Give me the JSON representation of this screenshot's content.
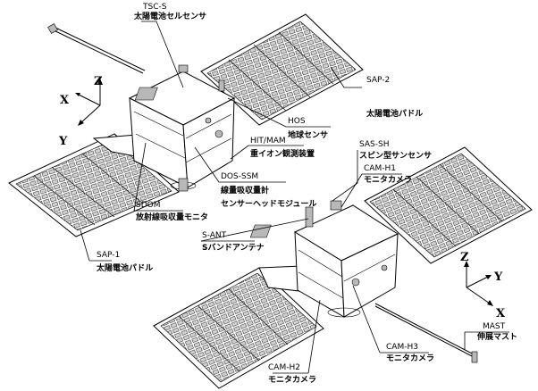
{
  "labels": {
    "tsc_s": "TSC-S",
    "tsc_s_jp": "太陽電池セルセンサ",
    "sap_2": "SAP-2",
    "sap_2_jp": "太陽電池パドル",
    "hos": "HOS",
    "hos_jp": "地球センサ",
    "hit_mam": "HIT/MAM",
    "hit_mam_jp": "重イオン観測装置",
    "sas_sh": "SAS-SH",
    "sas_sh_jp": "スピン型サンセンサ",
    "cam_h1": "CAM-H1",
    "cam_h1_jp": "モニタカメラ",
    "dos_ssm": "DOS-SSM",
    "dos_ssm_jp": "線量吸収量計",
    "dos_ssm_jp2": "センサーヘッドモジュール",
    "sdom": "SDOM",
    "sdom_jp": "放射線吸収量モニタ",
    "s_ant": "S-ANT",
    "s_ant_jp": "Sバンドアンテナ",
    "sap_1": "SAP-1",
    "sap_1_jp": "太陽電池パドル",
    "mast": "MAST",
    "mast_jp": "伸展マスト",
    "cam_h2": "CAM-H2",
    "cam_h2_jp": "モニタカメラ",
    "cam_h3": "CAM-H3",
    "cam_h3_jp": "モニタカメラ"
  },
  "axes_left": {
    "x": "X",
    "y": "Y",
    "z": "Z"
  },
  "axes_right": {
    "x": "X",
    "y": "Y",
    "z": "Z"
  }
}
